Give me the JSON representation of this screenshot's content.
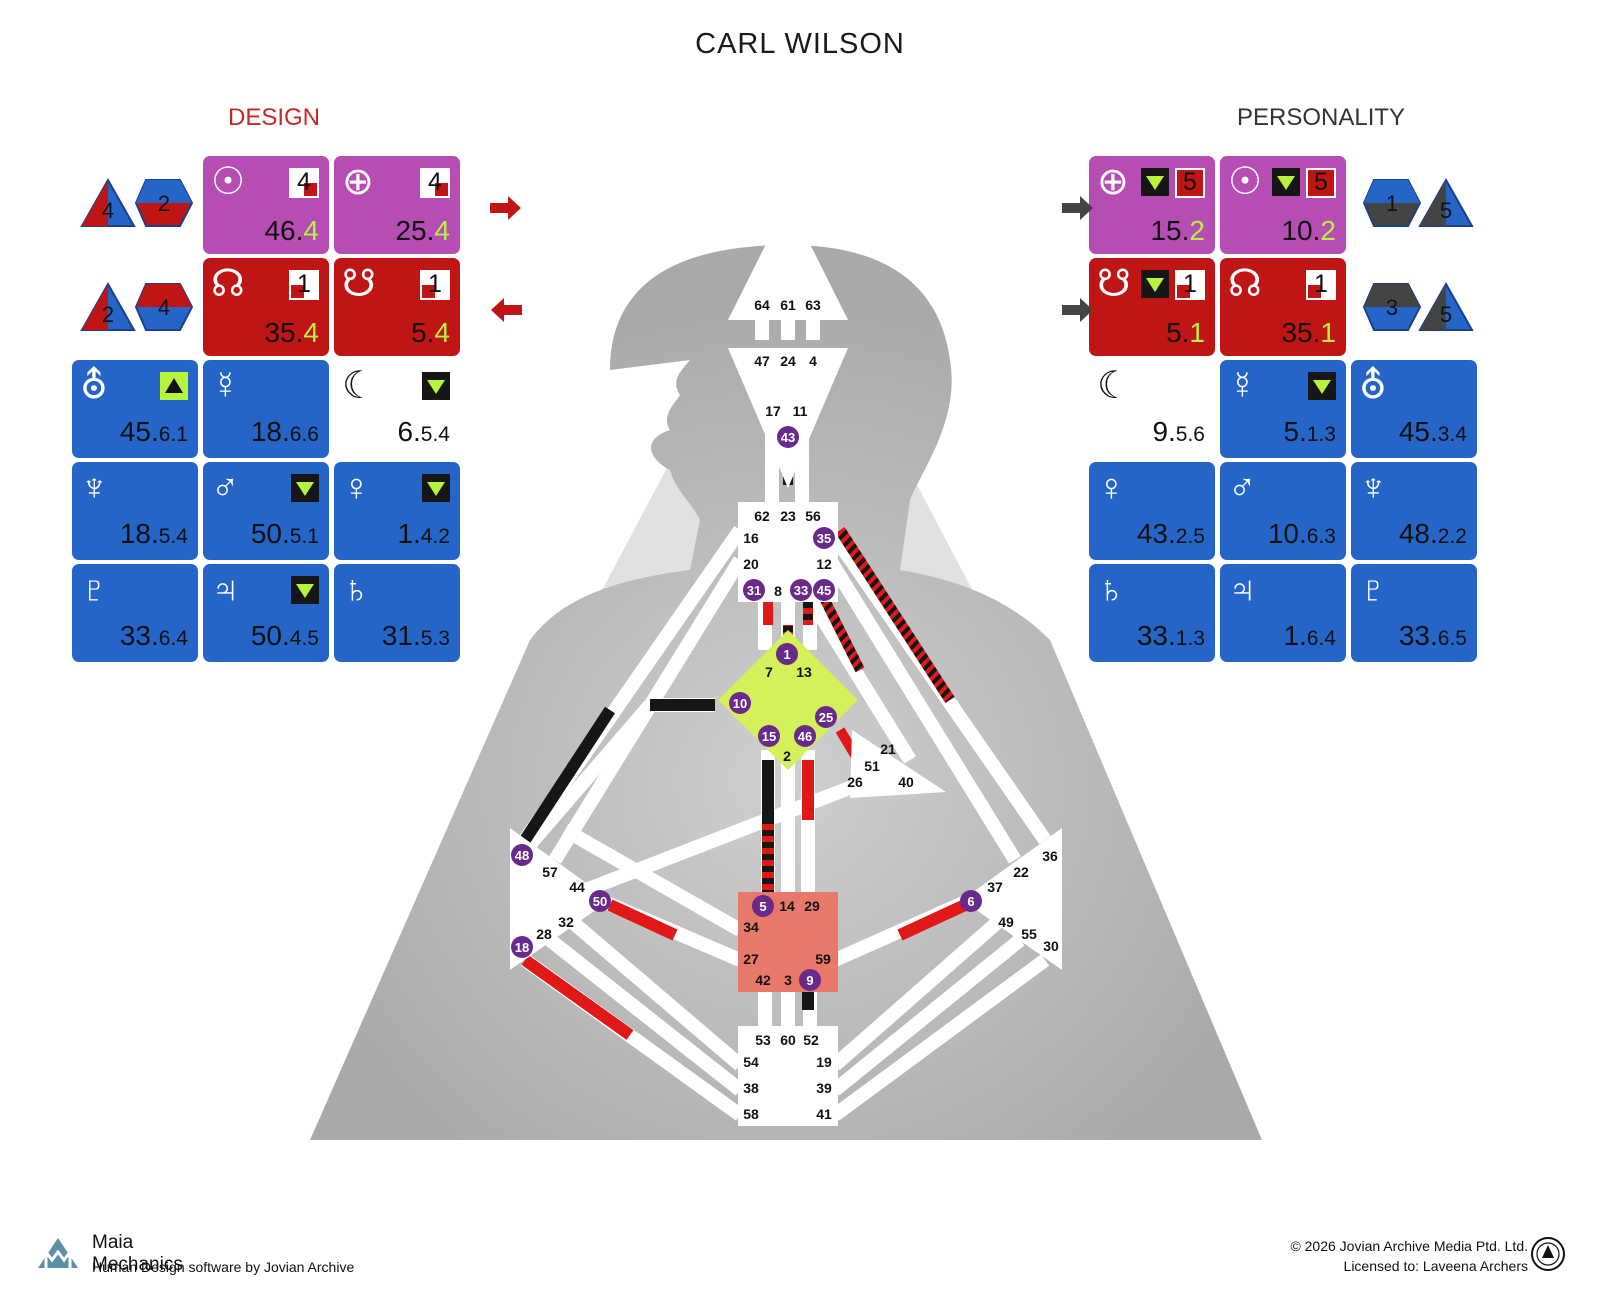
{
  "chart": {
    "name": "CARL WILSON",
    "design_title": "DESIGN",
    "personality_title": "PERSONALITY"
  },
  "design": {
    "top_icons": [
      [
        "4",
        "2"
      ],
      [
        "2",
        "4"
      ]
    ],
    "cards": [
      {
        "row": 0,
        "col": 1,
        "sym": "☉",
        "main": "46.",
        "hl": "4",
        "line": "4",
        "color": "purple"
      },
      {
        "row": 0,
        "col": 2,
        "sym": "⊕",
        "main": "25.",
        "hl": "4",
        "line": "4",
        "color": "purple"
      },
      {
        "row": 1,
        "col": 1,
        "sym": "☊",
        "main": "35.",
        "hl": "4",
        "line": "1",
        "color": "red"
      },
      {
        "row": 1,
        "col": 2,
        "sym": "☋",
        "main": "5.",
        "hl": "4",
        "line": "1",
        "color": "red"
      },
      {
        "row": 2,
        "col": 0,
        "sym": "⛢",
        "main": "45.",
        "sub": "6.1",
        "color": "blue",
        "arrow": "up"
      },
      {
        "row": 2,
        "col": 1,
        "sym": "☿",
        "main": "18.",
        "sub": "6.6",
        "color": "blue"
      },
      {
        "row": 2,
        "col": 2,
        "sym": "☾",
        "main": "6.",
        "sub": "5.4",
        "color": "white",
        "arrow": "down"
      },
      {
        "row": 3,
        "col": 0,
        "sym": "♆",
        "main": "18.",
        "sub": "5.4",
        "color": "blue"
      },
      {
        "row": 3,
        "col": 1,
        "sym": "♂",
        "main": "50.",
        "sub": "5.1",
        "color": "blue",
        "arrow": "down"
      },
      {
        "row": 3,
        "col": 2,
        "sym": "♀",
        "main": "1.",
        "sub": "4.2",
        "color": "blue",
        "arrow": "down"
      },
      {
        "row": 4,
        "col": 0,
        "sym": "♇",
        "main": "33.",
        "sub": "6.4",
        "color": "blue"
      },
      {
        "row": 4,
        "col": 1,
        "sym": "♃",
        "main": "50.",
        "sub": "4.5",
        "color": "blue",
        "arrow": "down"
      },
      {
        "row": 4,
        "col": 2,
        "sym": "♄",
        "main": "31.",
        "sub": "5.3",
        "color": "blue"
      }
    ]
  },
  "personality": {
    "top_icons": [
      [
        "1",
        "5"
      ],
      [
        "3",
        "5"
      ]
    ],
    "cards": [
      {
        "row": 0,
        "col": 0,
        "sym": "⊕",
        "main": "15.",
        "hl": "2",
        "line": "5",
        "color": "purple",
        "arrow": "down"
      },
      {
        "row": 0,
        "col": 1,
        "sym": "☉",
        "main": "10.",
        "hl": "2",
        "line": "5",
        "color": "purple",
        "arrow": "down"
      },
      {
        "row": 1,
        "col": 0,
        "sym": "☋",
        "main": "5.",
        "hl": "1",
        "line": "1",
        "color": "red",
        "arrow": "down"
      },
      {
        "row": 1,
        "col": 1,
        "sym": "☊",
        "main": "35.",
        "hl": "1",
        "line": "1",
        "color": "red"
      },
      {
        "row": 2,
        "col": 0,
        "sym": "☾",
        "main": "9.",
        "sub": "5.6",
        "color": "white"
      },
      {
        "row": 2,
        "col": 1,
        "sym": "☿",
        "main": "5.",
        "sub": "1.3",
        "color": "blue",
        "arrow": "down"
      },
      {
        "row": 2,
        "col": 2,
        "sym": "⛢",
        "main": "45.",
        "sub": "3.4",
        "color": "blue"
      },
      {
        "row": 3,
        "col": 0,
        "sym": "♀",
        "main": "43.",
        "sub": "2.5",
        "color": "blue"
      },
      {
        "row": 3,
        "col": 1,
        "sym": "♂",
        "main": "10.",
        "sub": "6.3",
        "color": "blue"
      },
      {
        "row": 3,
        "col": 2,
        "sym": "♆",
        "main": "48.",
        "sub": "2.2",
        "color": "blue"
      },
      {
        "row": 4,
        "col": 0,
        "sym": "♄",
        "main": "33.",
        "sub": "1.3",
        "color": "blue"
      },
      {
        "row": 4,
        "col": 1,
        "sym": "♃",
        "main": "1.",
        "sub": "6.4",
        "color": "blue"
      },
      {
        "row": 4,
        "col": 2,
        "sym": "♇",
        "main": "33.",
        "sub": "6.5",
        "color": "blue"
      }
    ]
  },
  "gates": {
    "head": [
      "64",
      "61",
      "63"
    ],
    "ajna_top": [
      "47",
      "24",
      "4"
    ],
    "ajna_bottom": [
      "17",
      "11"
    ],
    "ajna_active": "43",
    "throat_top": [
      "62",
      "23",
      "56"
    ],
    "throat": [
      "16",
      "20",
      "12",
      "8"
    ],
    "throat_active": [
      "35",
      "31",
      "33",
      "45"
    ],
    "g_active": [
      "1",
      "10",
      "25",
      "15",
      "46"
    ],
    "g_plain": [
      "7",
      "13",
      "2"
    ],
    "heart": [
      "21",
      "51",
      "26",
      "40"
    ],
    "spleen": [
      "57",
      "44",
      "32",
      "28"
    ],
    "spleen_active": [
      "48",
      "50",
      "18"
    ],
    "solar": [
      "36",
      "22",
      "37",
      "49",
      "55",
      "30"
    ],
    "solar_active": [
      "6"
    ],
    "sacral": [
      "14",
      "29",
      "34",
      "27",
      "59",
      "42",
      "3"
    ],
    "sacral_active": [
      "5",
      "9"
    ],
    "root": [
      "53",
      "60",
      "52",
      "54",
      "19",
      "38",
      "39",
      "58",
      "41"
    ]
  },
  "colors": {
    "design_red": "#c01515",
    "personality_black": "#161616",
    "purple": "#b54db3",
    "blue": "#2565c7",
    "defined_g": "#d4f05a",
    "defined_sacral": "#e8796a",
    "gate_active": "#6a2a8c"
  },
  "footer": {
    "brand": "Maia Mechanics",
    "brand_sub": "Human Design software by Jovian Archive",
    "copyright": "© 2026 Jovian Archive Media Ptd. Ltd.",
    "license": "Licensed to: Laveena Archers"
  }
}
